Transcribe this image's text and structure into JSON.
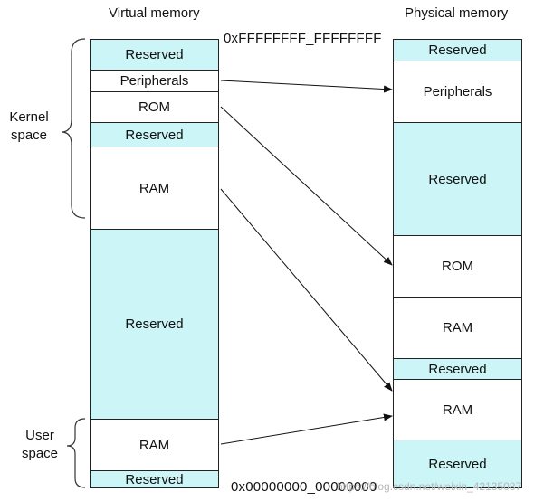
{
  "titles": {
    "virtual": "Virtual memory",
    "physical": "Physical memory"
  },
  "addresses": {
    "top": "0xFFFFFFFF_FFFFFFFF",
    "bottom": "0x00000000_00000000"
  },
  "side_labels": {
    "kernel": [
      "Kernel",
      "space"
    ],
    "user": [
      "User",
      "space"
    ]
  },
  "virtual_segments": [
    {
      "label": "Reserved",
      "color": "#ccf5f7"
    },
    {
      "label": "Peripherals",
      "color": "#ffffff"
    },
    {
      "label": "ROM",
      "color": "#ffffff"
    },
    {
      "label": "Reserved",
      "color": "#ccf5f7"
    },
    {
      "label": "RAM",
      "color": "#ffffff"
    },
    {
      "label": "Reserved",
      "color": "#ccf5f7"
    },
    {
      "label": "RAM",
      "color": "#ffffff"
    },
    {
      "label": "Reserved",
      "color": "#ccf5f7"
    }
  ],
  "physical_segments": [
    {
      "label": "Reserved",
      "color": "#ccf5f7"
    },
    {
      "label": "Peripherals",
      "color": "#ffffff"
    },
    {
      "label": "Reserved",
      "color": "#ccf5f7"
    },
    {
      "label": "ROM",
      "color": "#ffffff"
    },
    {
      "label": "RAM",
      "color": "#ffffff"
    },
    {
      "label": "Reserved",
      "color": "#ccf5f7"
    },
    {
      "label": "RAM",
      "color": "#ffffff"
    },
    {
      "label": "Reserved",
      "color": "#ccf5f7"
    }
  ],
  "mappings": [
    {
      "from": "Peripherals",
      "to": "Peripherals"
    },
    {
      "from": "ROM",
      "to": "ROM"
    },
    {
      "from": "RAM (kernel)",
      "to": "RAM (lower)"
    },
    {
      "from": "RAM (user)",
      "to": "RAM (lower)"
    }
  ],
  "watermark": "https://blog.csdn.net/weixin_42135087"
}
